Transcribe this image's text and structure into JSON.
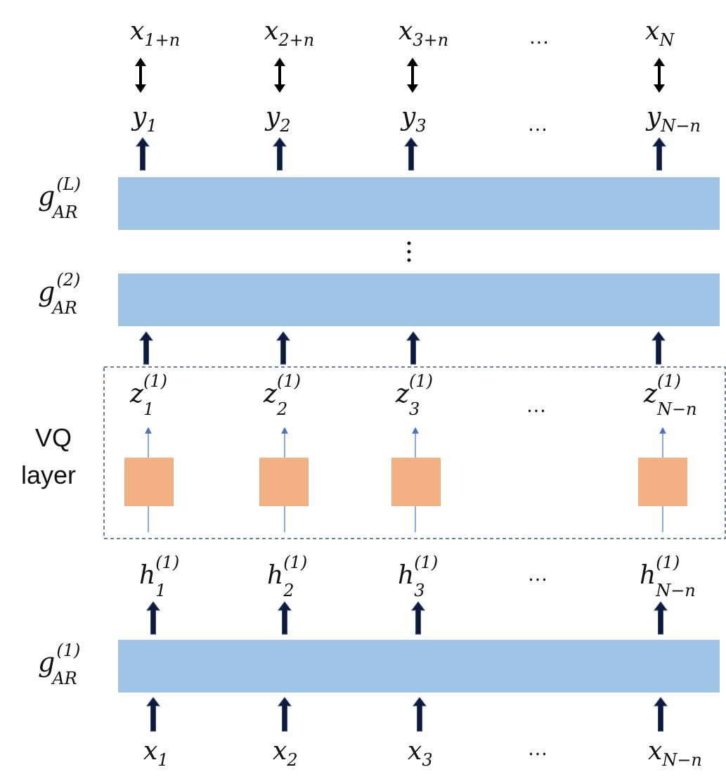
{
  "colors": {
    "layer_fill": "#a0c4e6",
    "vq_box_fill": "#f3b183",
    "arrow_up": "#0f1a3a",
    "thin_arrow": "#4472c4",
    "dashed_border": "#3f5a7d"
  },
  "vq_layer": {
    "line1": "VQ",
    "line2": "layer"
  },
  "ellipsis": "…",
  "layers": {
    "top": {
      "base": "g",
      "sub": "AR",
      "sup": "(L)"
    },
    "second": {
      "base": "g",
      "sub": "AR",
      "sup": "(2)"
    },
    "first": {
      "base": "g",
      "sub": "AR",
      "sup": "(1)"
    }
  },
  "targets": [
    {
      "base": "x",
      "sub": "1+n"
    },
    {
      "base": "x",
      "sub": "2+n"
    },
    {
      "base": "x",
      "sub": "3+n"
    },
    {
      "base": "x",
      "sub": "N"
    }
  ],
  "outputs": [
    {
      "base": "y",
      "sub": "1"
    },
    {
      "base": "y",
      "sub": "2"
    },
    {
      "base": "y",
      "sub": "3"
    },
    {
      "base": "y",
      "sub": "N−n"
    }
  ],
  "codes": [
    {
      "base": "z",
      "sub": "1",
      "sup": "(1)"
    },
    {
      "base": "z",
      "sub": "2",
      "sup": "(1)"
    },
    {
      "base": "z",
      "sub": "3",
      "sup": "(1)"
    },
    {
      "base": "z",
      "sub": "N−n",
      "sup": "(1)"
    }
  ],
  "hidden": [
    {
      "base": "h",
      "sub": "1",
      "sup": "(1)"
    },
    {
      "base": "h",
      "sub": "2",
      "sup": "(1)"
    },
    {
      "base": "h",
      "sub": "3",
      "sup": "(1)"
    },
    {
      "base": "h",
      "sub": "N−n",
      "sup": "(1)"
    }
  ],
  "inputs": [
    {
      "base": "x",
      "sub": "1"
    },
    {
      "base": "x",
      "sub": "2"
    },
    {
      "base": "x",
      "sub": "3"
    },
    {
      "base": "x",
      "sub": "N−n"
    }
  ]
}
